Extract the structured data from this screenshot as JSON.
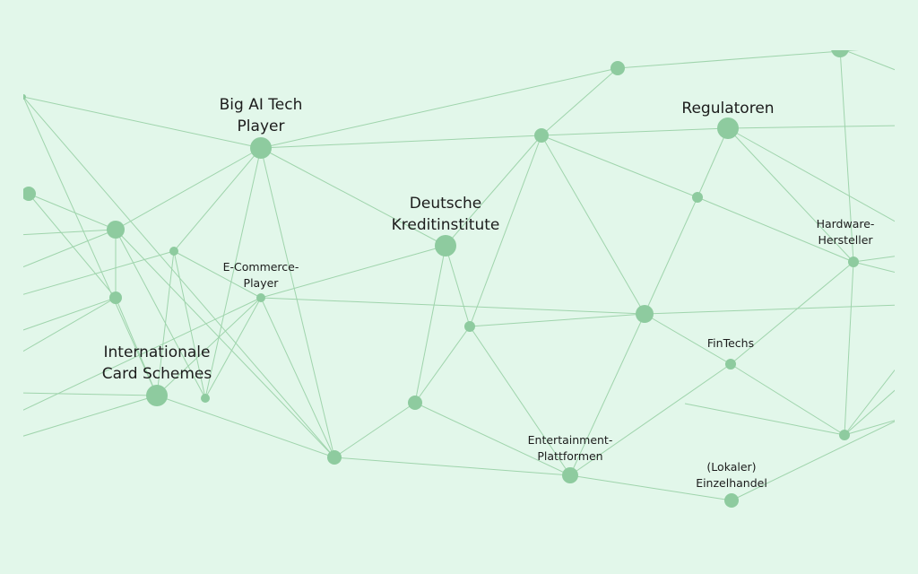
{
  "colors": {
    "background": "#e2f7ea",
    "node": "#8ecb9f",
    "edge": "#9fd4ac",
    "text": "#1c1c1c"
  },
  "labels": {
    "big_ai": [
      "Big AI Tech",
      "Player"
    ],
    "regulatoren": [
      "Regulatoren"
    ],
    "deutsche": [
      "Deutsche",
      "Kreditinstitute"
    ],
    "ecommerce": [
      "E-Commerce-",
      "Player"
    ],
    "hardware": [
      "Hardware-",
      "Hersteller"
    ],
    "card_schemes": [
      "Internationale",
      "Card Schemes"
    ],
    "fintechs": [
      "FinTechs"
    ],
    "entertainment": [
      "Entertainment-",
      "Plattformen"
    ],
    "einzelhandel": [
      "(Lokaler)",
      "Einzelhandel"
    ]
  }
}
